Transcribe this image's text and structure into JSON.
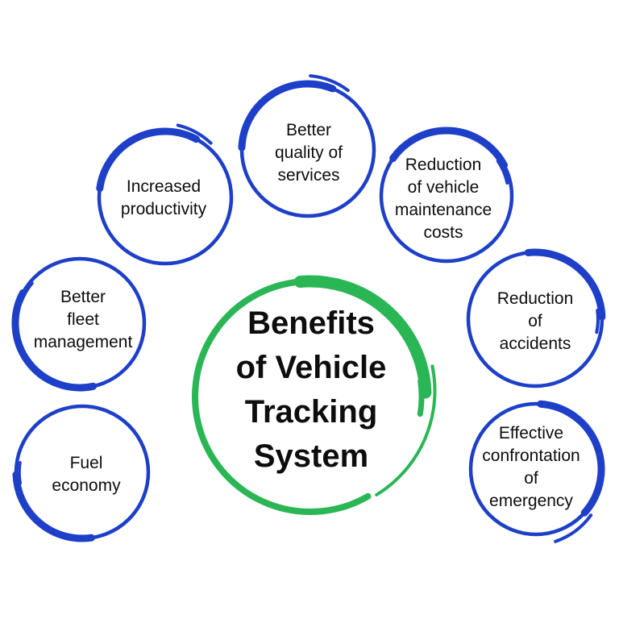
{
  "diagram": {
    "title": "Benefits\nof Vehicle\nTracking\nSystem",
    "nodes": [
      {
        "id": "better-quality-of-services",
        "label": "Better\nquality of\nservices"
      },
      {
        "id": "increased-productivity",
        "label": "Increased\nproductivity"
      },
      {
        "id": "reduction-of-vehicle-maintenance-costs",
        "label": "Reduction\nof vehicle\nmaintenance\ncosts"
      },
      {
        "id": "better-fleet-management",
        "label": "Better\nfleet\nmanagement"
      },
      {
        "id": "reduction-of-accidents",
        "label": "Reduction\nof accidents"
      },
      {
        "id": "fuel-economy",
        "label": "Fuel\neconomy"
      },
      {
        "id": "effective-confrontation-of-emergency",
        "label": "Effective\nconfrontation\nof emergency"
      }
    ]
  },
  "colors": {
    "green": "#2bb656",
    "blue": "#1e3fc8",
    "text": "#0d0d0d",
    "background": "#ffffff"
  }
}
